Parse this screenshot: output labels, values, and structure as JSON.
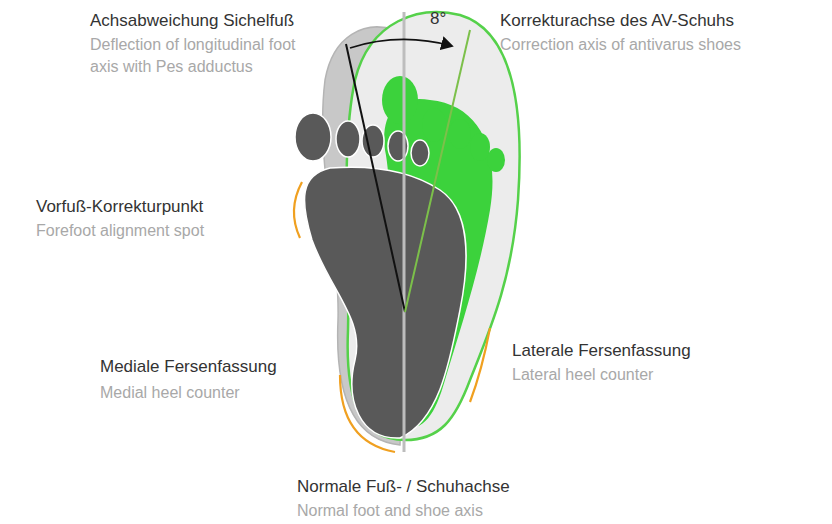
{
  "diagram": {
    "labels": [
      "Achsabweichung Sichelfuß",
      "Deflection of longitudinal foot axis with Pes adductus",
      "8°",
      "Korrekturachse des AV-Schuhs",
      "Correction axis of antivarus shoes",
      "Vorfuß-Korrekturpunkt",
      "Forefoot alignment spot",
      "Mediale Fersenfassung",
      "Medial heel counter",
      "Laterale Fersenfassung",
      "Lateral heel counter",
      "Normale Fuß- / Schuhachse",
      "Normal foot and shoe axis"
    ]
  }
}
